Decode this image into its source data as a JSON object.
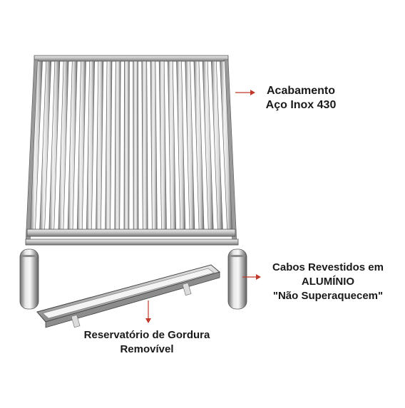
{
  "labels": {
    "finish": {
      "line1": "Acabamento",
      "line2": "Aço Inox 430"
    },
    "handles": {
      "line1": "Cabos Revestidos em",
      "line2": "ALUMÍNIO",
      "line3": "\"Não Superaquecem\""
    },
    "reservoir": {
      "line1": "Reservatório de Gordura",
      "line2": "Removível"
    }
  },
  "colors": {
    "arrow": "#c0392b",
    "steel_light": "#eeeeee",
    "steel_dark": "#7a7a7a",
    "text": "#1a1a1a"
  }
}
